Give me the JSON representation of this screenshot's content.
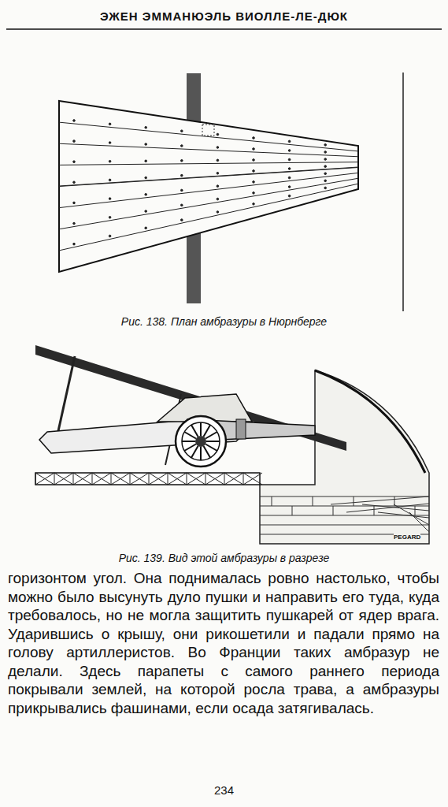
{
  "diagram": {
    "title": "ЭЖЕН ЭММАНЮЭЛЬ ВИОЛЛЕ-ЛЕ-ДЮК",
    "labels": [
      "Рис. 138. План амбразуры в Нюрнберге",
      "PEGARD",
      "Рис. 139. Вид этой амбразуры в разрезе",
      "горизонтом угол. Она поднималась ровно настолько, чтобы можно было высунуть дуло пушки и направить его туда, куда требовалось, но не могла защитить пушкарей от ядер врага. Ударившись о крышу, они рикошетили и падали прямо на голову артиллеристов. Во Франции таких амбразур не делали. Здесь парапеты с самого раннего периода покрывали землей, на которой росла трава, а амбразуры прикрывались фашинами, если осада затягивалась.",
      "234"
    ]
  }
}
